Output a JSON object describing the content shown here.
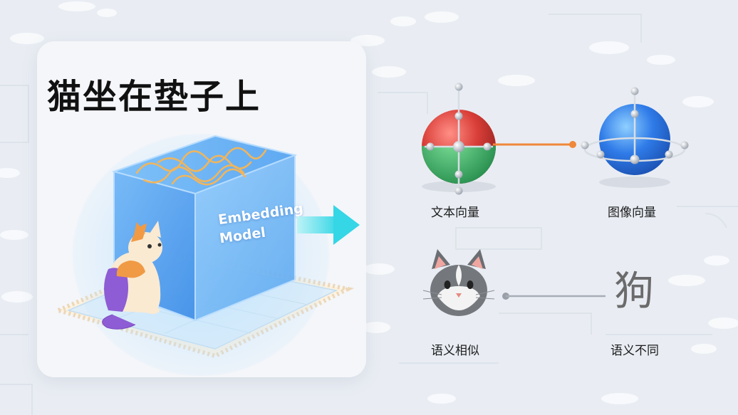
{
  "title": "猫坐在垫子上",
  "model": {
    "line1": "Embedding",
    "line2": "Model"
  },
  "vectors": {
    "text": "文本向量",
    "image": "图像向量"
  },
  "semantic": {
    "similar": "语义相似",
    "different": "语义不同",
    "dog_char": "狗"
  },
  "icons": [
    "cat-icon",
    "arrow-icon",
    "text-vector-sphere-icon",
    "image-vector-sphere-icon",
    "cat-face-icon"
  ],
  "colors": {
    "accent_orange": "#f0883a",
    "cube_blue": "#4a9df0",
    "arrow_cyan": "#3fd8e6",
    "sphere_blue": "#2f7be8",
    "sphere_red": "#e0453e",
    "sphere_green": "#3bb46a"
  }
}
